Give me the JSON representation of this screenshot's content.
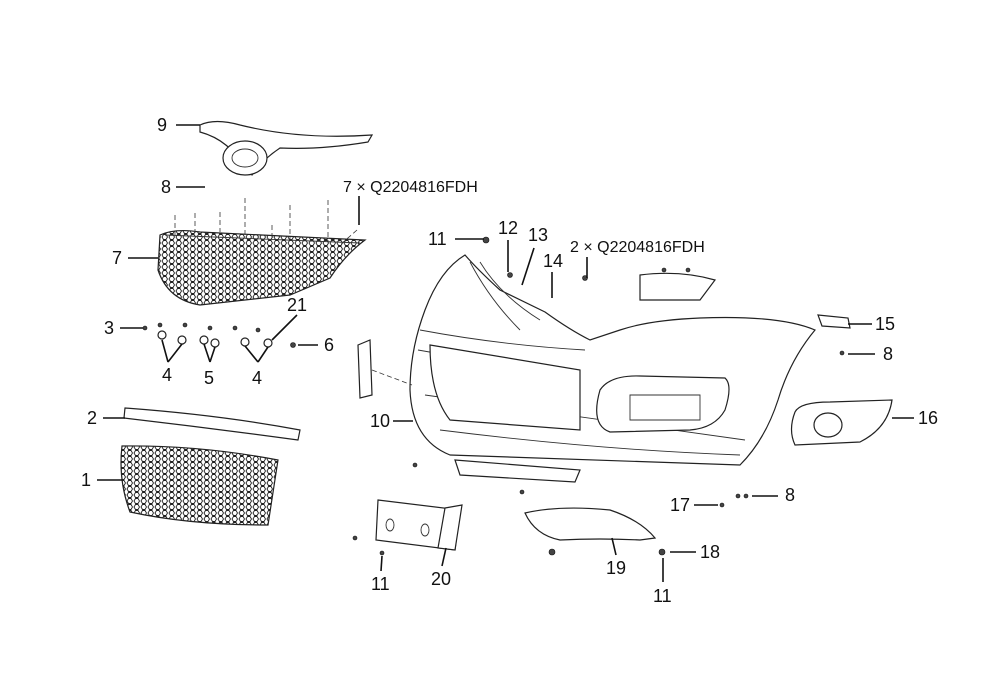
{
  "diagram": {
    "title": "Front bumper assembly exploded view",
    "callouts": [
      {
        "id": "c9",
        "text": "9"
      },
      {
        "id": "c8a",
        "text": "8"
      },
      {
        "id": "cq1",
        "text": "7 × Q2204816FDH"
      },
      {
        "id": "c7",
        "text": "7"
      },
      {
        "id": "c3",
        "text": "3"
      },
      {
        "id": "c21",
        "text": "21"
      },
      {
        "id": "c6",
        "text": "6"
      },
      {
        "id": "c4a",
        "text": "4"
      },
      {
        "id": "c5",
        "text": "5"
      },
      {
        "id": "c4b",
        "text": "4"
      },
      {
        "id": "c2",
        "text": "2"
      },
      {
        "id": "c1",
        "text": "1"
      },
      {
        "id": "c11a",
        "text": "11"
      },
      {
        "id": "c12",
        "text": "12"
      },
      {
        "id": "c13",
        "text": "13"
      },
      {
        "id": "c14",
        "text": "14"
      },
      {
        "id": "cq2",
        "text": "2 × Q2204816FDH"
      },
      {
        "id": "c15",
        "text": "15"
      },
      {
        "id": "c8b",
        "text": "8"
      },
      {
        "id": "c10",
        "text": "10"
      },
      {
        "id": "c16",
        "text": "16"
      },
      {
        "id": "c17",
        "text": "17"
      },
      {
        "id": "c8c",
        "text": "8"
      },
      {
        "id": "c18",
        "text": "18"
      },
      {
        "id": "c19",
        "text": "19"
      },
      {
        "id": "c11b",
        "text": "11"
      },
      {
        "id": "c11c",
        "text": "11"
      },
      {
        "id": "c20",
        "text": "20"
      }
    ]
  }
}
